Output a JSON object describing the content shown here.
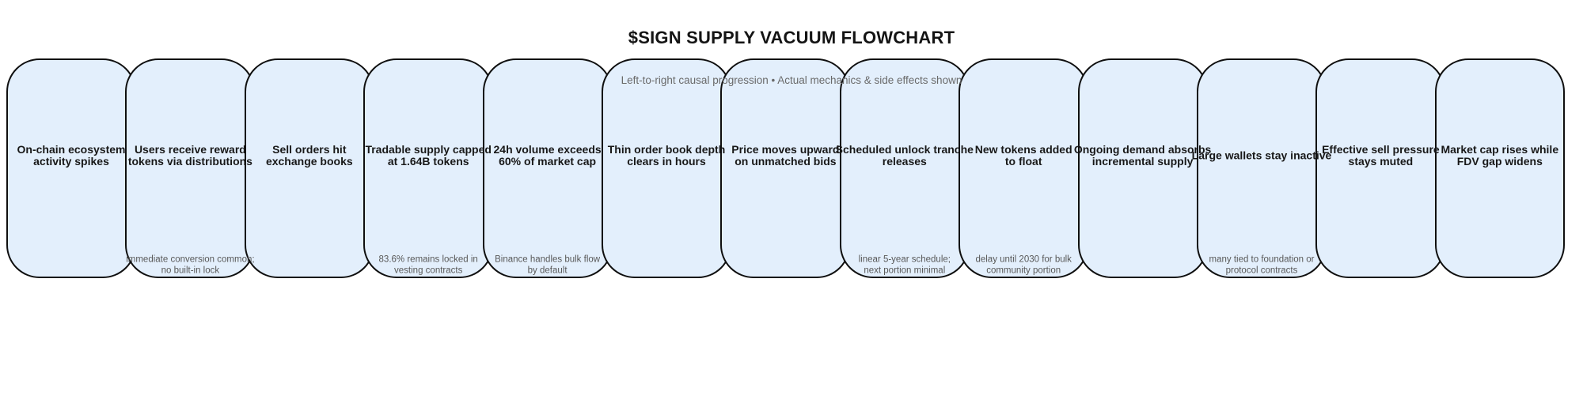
{
  "title": "$SIGN SUPPLY VACUUM FLOWCHART",
  "subtitle": "Left-to-right causal progression • Actual mechanics & side effects shown",
  "colors": {
    "box_fill": "#E3EFFC",
    "box_border": "#0f0f0f",
    "label_text": "#181818",
    "note_text": "#585858",
    "subtitle_text": "#6a6a6a"
  },
  "flow": {
    "direction": "left-to-right",
    "steps": [
      {
        "label": "On-chain ecosystem\nactivity spikes",
        "note": ""
      },
      {
        "label": "Users receive reward\ntokens via distributions",
        "note": "immediate conversion common;\nno built-in lock"
      },
      {
        "label": "Sell orders hit\nexchange books",
        "note": ""
      },
      {
        "label": "Tradable supply capped\nat 1.64B tokens",
        "note": "83.6% remains locked in\nvesting contracts"
      },
      {
        "label": "24h volume exceeds\n60% of market cap",
        "note": "Binance handles bulk flow\nby default"
      },
      {
        "label": "Thin order book depth\nclears in hours",
        "note": ""
      },
      {
        "label": "Price moves upward\non unmatched bids",
        "note": ""
      },
      {
        "label": "Scheduled unlock tranche\nreleases",
        "note": "linear 5-year schedule;\nnext portion minimal"
      },
      {
        "label": "New tokens added\nto float",
        "note": "delay until 2030 for bulk\ncommunity portion"
      },
      {
        "label": "Ongoing demand absorbs\nincremental supply",
        "note": ""
      },
      {
        "label": "Large wallets stay inactive",
        "note": "many tied to foundation or\nprotocol contracts"
      },
      {
        "label": "Effective sell pressure\nstays muted",
        "note": ""
      },
      {
        "label": "Market cap rises while\nFDV gap widens",
        "note": ""
      }
    ]
  }
}
